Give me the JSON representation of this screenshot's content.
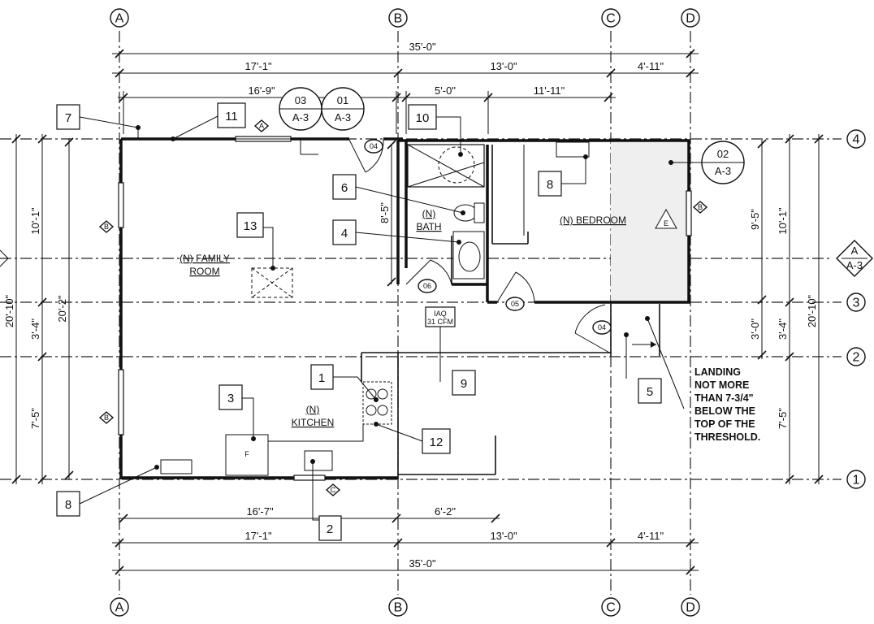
{
  "grid_columns": [
    {
      "label": "A"
    },
    {
      "label": "B"
    },
    {
      "label": "C"
    },
    {
      "label": "D"
    }
  ],
  "grid_rows": [
    {
      "label": "4"
    },
    {
      "label": "3"
    },
    {
      "label": "2"
    },
    {
      "label": "1"
    }
  ],
  "section_marker": {
    "top": "A",
    "bottom": "A-3"
  },
  "dimensions": {
    "top": {
      "overall": "35'-0\"",
      "a_b": "17'-1\"",
      "b_c": "13'-0\"",
      "c_d": "4'-11\"",
      "interior_west": "16'-9\"",
      "bath": "5'-0\"",
      "bedroom": "11'-11\""
    },
    "bottom": {
      "overall": "35'-0\"",
      "a_b": "17'-1\"",
      "b_c": "13'-0\"",
      "c_d": "4'-11\"",
      "interior_west": "16'-7\"",
      "interior_east": "6'-2\""
    },
    "left": {
      "overall": "20'-10\"",
      "interior": "20'-2\"",
      "row_4_3": "10'-1\"",
      "row_3_2": "3'-4\"",
      "row_2_1": "7'-5\""
    },
    "right": {
      "overall": "20'-10\"",
      "row_4_3": "10'-1\"",
      "bedroom": "9'-5\"",
      "landing": "3'-0\"",
      "row_3_2": "3'-4\"",
      "row_2_1": "7'-5\""
    },
    "bath_height": "8'-5\""
  },
  "rooms": {
    "family": {
      "line1": "(N) FAMILY",
      "line2": "ROOM"
    },
    "bath": {
      "line1": "(N)",
      "line2": "BATH"
    },
    "bedroom": {
      "line1": "(N) BEDROOM"
    },
    "kitchen": {
      "line1": "(N)",
      "line2": "KITCHEN"
    }
  },
  "keynotes": {
    "k1": "1",
    "k2": "2",
    "k3": "3",
    "k4": "4",
    "k5": "5",
    "k6": "6",
    "k7": "7",
    "k8a": "8",
    "k8b": "8",
    "k9": "9",
    "k10": "10",
    "k11": "11",
    "k12": "12",
    "k13": "13"
  },
  "detail_callouts": [
    {
      "top": "03",
      "bottom": "A-3"
    },
    {
      "top": "01",
      "bottom": "A-3"
    },
    {
      "top": "02",
      "bottom": "A-3"
    }
  ],
  "door_tags": {
    "d1": "04",
    "d2": "06",
    "d3": "05",
    "d4": "04"
  },
  "window_tags": {
    "w1": "A",
    "w2": "B",
    "w3": "B",
    "w4": "B",
    "w5": "C"
  },
  "iaq": {
    "line1": "IAQ",
    "line2": "31 CFM"
  },
  "appliance_label": "F",
  "bedroom_symbol": "E",
  "landing_note": [
    "LANDING",
    "NOT MORE",
    "THAN 7-3/4\"",
    "BELOW THE",
    "TOP OF THE",
    "THRESHOLD."
  ]
}
